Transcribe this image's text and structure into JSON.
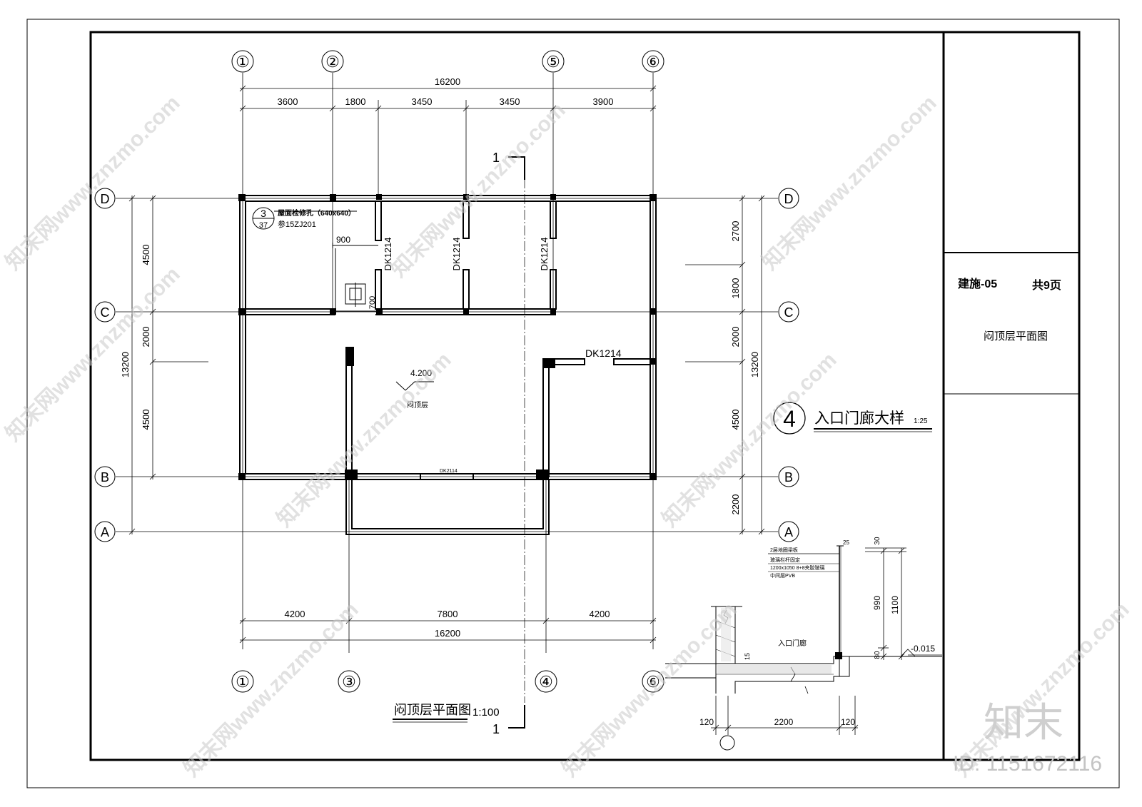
{
  "title_block": {
    "drawing_no": "建施-05",
    "pages": "共9页",
    "drawing_name": "闷顶层平面图"
  },
  "plan": {
    "title": "闷顶层平面图",
    "scale": "1:100",
    "level": "4.200",
    "room_label": "闷顶层",
    "section_mark": "1",
    "axes_top": [
      "①",
      "②",
      "⑤",
      "⑥"
    ],
    "axes_bottom": [
      "①",
      "③",
      "④",
      "⑥"
    ],
    "axes_rows": [
      "D",
      "C",
      "B",
      "A"
    ],
    "dims_top_total": "16200",
    "dims_top": [
      "3600",
      "1800",
      "3450",
      "3450",
      "3900"
    ],
    "dims_bottom": [
      "4200",
      "7800",
      "4200"
    ],
    "dims_bottom_total": "16200",
    "dims_left": [
      "4500",
      "2000",
      "4500"
    ],
    "dims_left_total": "13200",
    "dims_right": [
      "2700",
      "1800",
      "2000",
      "4500",
      "2200"
    ],
    "dims_right_total": "13200",
    "openings": [
      "DK1214",
      "DK1214",
      "DK1214",
      "DK1214",
      "DK2114"
    ],
    "hatch_note_index": "3",
    "hatch_note_page": "37",
    "hatch_note_1": "屋面检修孔（640x640）",
    "hatch_note_2": "参15ZJ201",
    "hatch_dim": "900",
    "hatch_dim_2": "700"
  },
  "detail": {
    "index": "4",
    "title": "入口门廊大样",
    "scale": "1:25",
    "note_1": "2层地圈梁板",
    "note_2": "玻璃栏杆固定",
    "note_3": "1200x1050 8+8夹胶玻璃",
    "note_4": "中间层PVB",
    "label": "入口门廊",
    "dim_25": "25",
    "dim_30": "30",
    "dim_990": "990",
    "dim_1100": "1100",
    "dim_15": "15",
    "dim_80": "80",
    "elevation": "-0.015",
    "dim_120a": "120",
    "dim_2200": "2200",
    "dim_120b": "120"
  },
  "watermark": {
    "text": "知末网www.znzmo.com",
    "logo": "知末",
    "id": "ID: 1151672116"
  }
}
